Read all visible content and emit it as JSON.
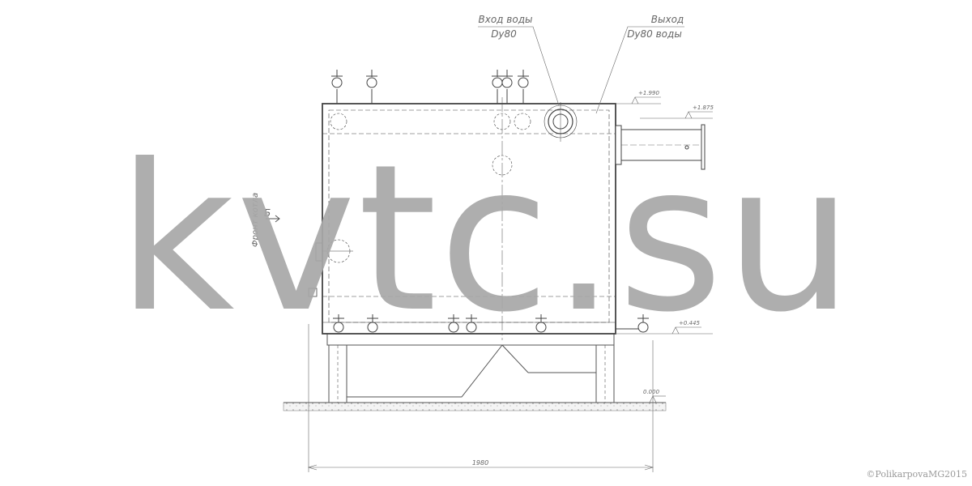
{
  "labels": {
    "inlet_line1": "Вход воды",
    "inlet_line2": "Dy80",
    "outlet_line1": "Выход",
    "outlet_line2": "Dy80 воды",
    "elev_top": "+1.990",
    "elev_outlet": "+1.875",
    "elev_bottom": "+0.445",
    "elev_ground": "0.000",
    "front_label": "Фронт котла",
    "section_mark": "Б",
    "dimension_width": "1980"
  },
  "watermark": "kvtc.su",
  "copyright": "©PolikarpovaMG2015"
}
